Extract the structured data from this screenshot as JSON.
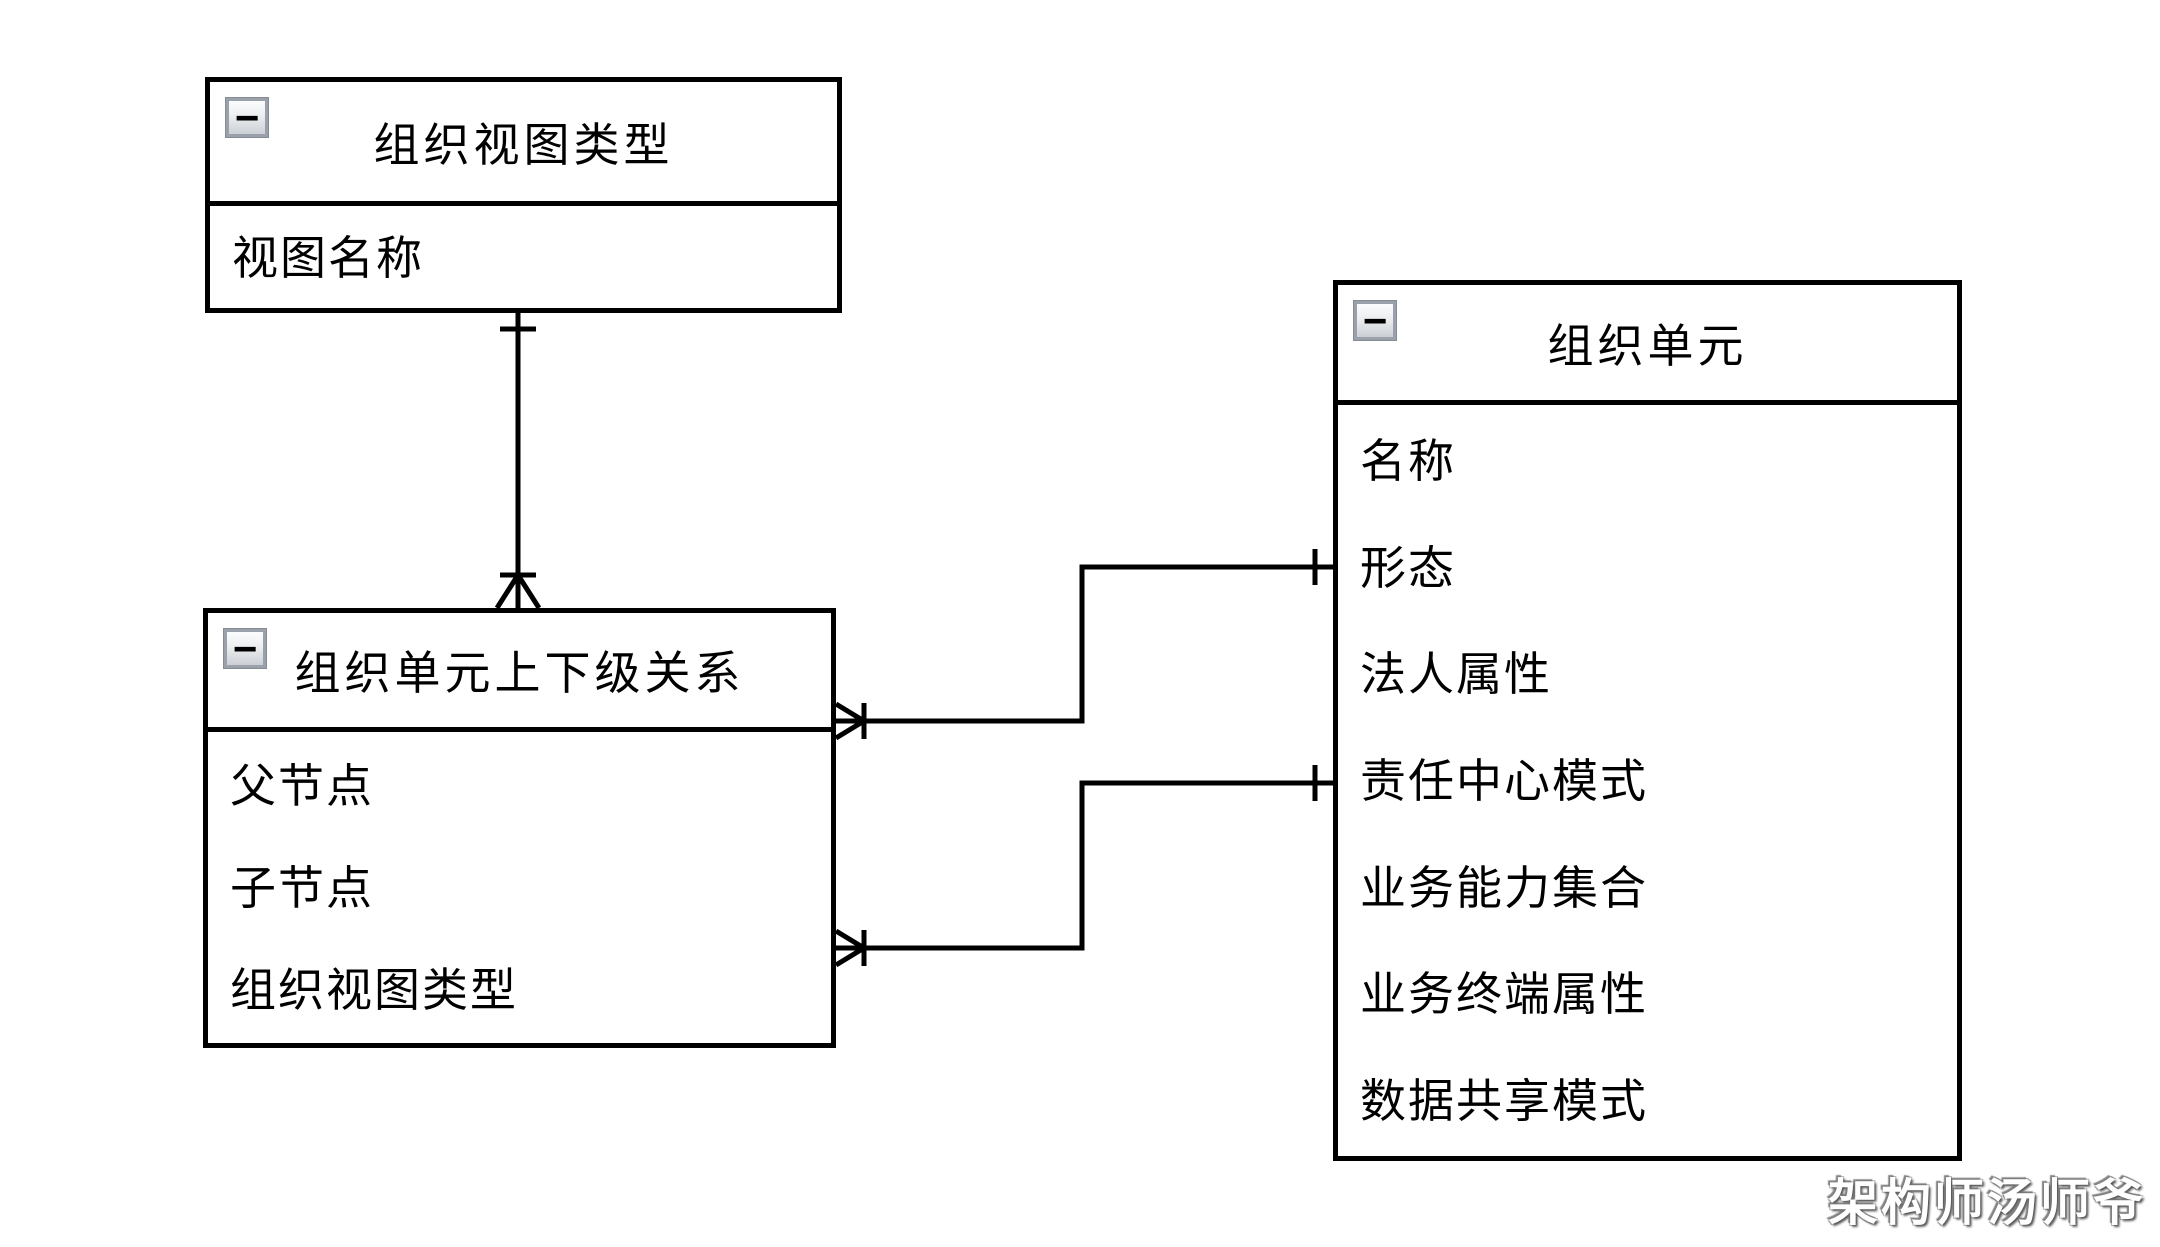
{
  "diagram": {
    "collapse_glyph": "−",
    "entities": [
      {
        "id": "view-type",
        "title": "组织视图类型",
        "fields": [
          "视图名称"
        ]
      },
      {
        "id": "hierarchy",
        "title": "组织单元上下级关系",
        "fields": [
          "父节点",
          "子节点",
          "组织视图类型"
        ]
      },
      {
        "id": "org-unit",
        "title": "组织单元",
        "fields": [
          "名称",
          "形态",
          "法人属性",
          "责任中心模式",
          "业务能力集合",
          "业务终端属性",
          "数据共享模式"
        ]
      }
    ],
    "relationships": [
      {
        "from": "组织视图类型",
        "to": "组织单元上下级关系",
        "from_cardinality": "one",
        "to_cardinality": "one-or-many"
      },
      {
        "from": "组织单元上下级关系",
        "to": "组织单元",
        "from_cardinality": "one-or-many",
        "to_cardinality": "one"
      },
      {
        "from": "组织单元上下级关系",
        "to": "组织单元",
        "from_cardinality": "one-or-many",
        "to_cardinality": "one"
      }
    ],
    "colors": {
      "line": "#000000",
      "box_fill": "#ffffff",
      "icon_border": "#9ba1ab",
      "watermark_fill": "#ffffff"
    },
    "watermark": "架构师汤师爷"
  }
}
